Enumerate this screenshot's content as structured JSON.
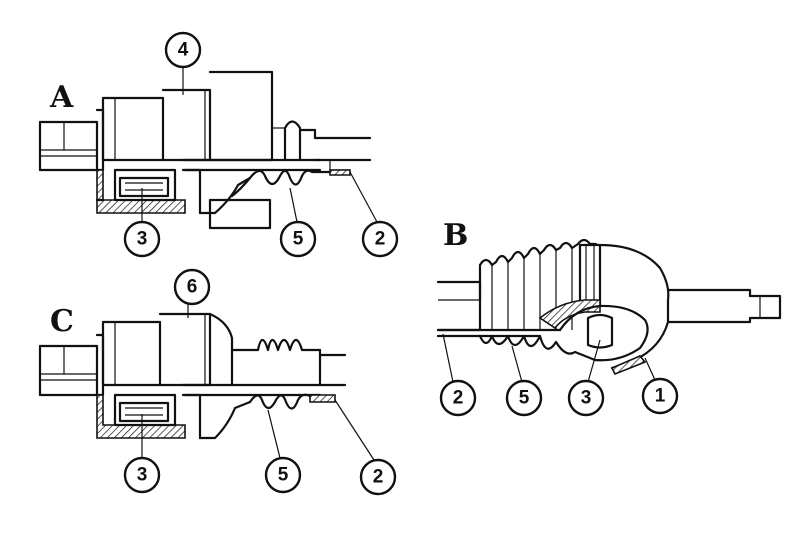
{
  "panels": {
    "A": {
      "letter": "A",
      "callouts": [
        "4",
        "3",
        "5",
        "2"
      ]
    },
    "B": {
      "letter": "B",
      "callouts": [
        "2",
        "5",
        "3",
        "1"
      ]
    },
    "C": {
      "letter": "C",
      "callouts": [
        "6",
        "3",
        "5",
        "2"
      ]
    }
  }
}
